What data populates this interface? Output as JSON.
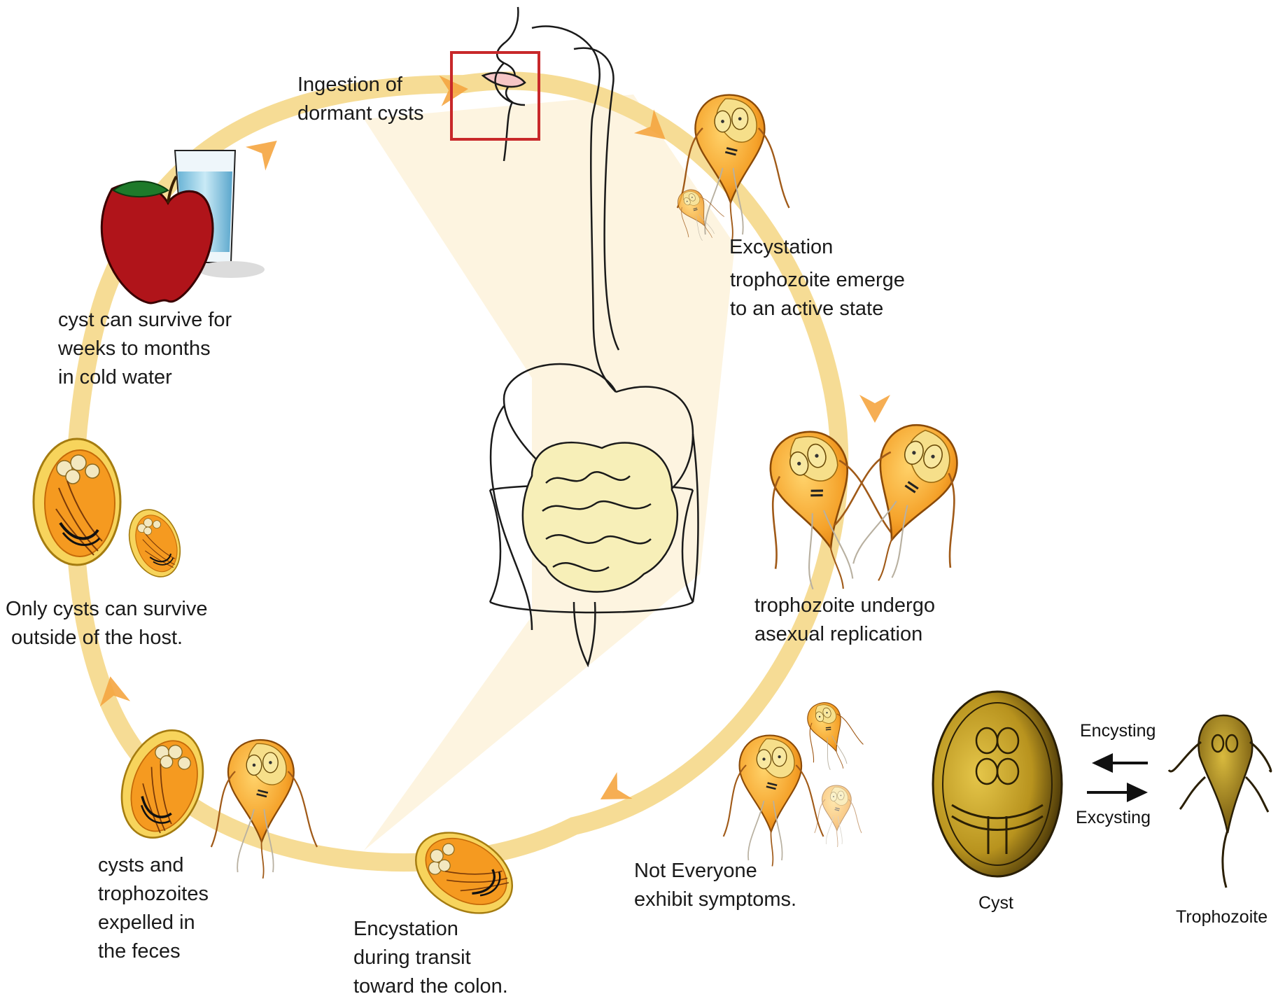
{
  "labels": {
    "ingestion": [
      "Ingestion of",
      "dormant cysts"
    ],
    "excystation_title": "Excystation",
    "excystation_desc": [
      "trophozoite emerge",
      "to an active state"
    ],
    "replication": [
      "trophozoite undergo",
      "asexual replication"
    ],
    "symptoms": [
      "Not Everyone",
      "exhibit symptoms."
    ],
    "encystation": [
      "Encystation",
      "during transit",
      "toward the colon."
    ],
    "expelled": [
      "cysts and",
      "trophozoites",
      "expelled in",
      "the feces"
    ],
    "survive_outside": [
      "Only cysts can survive",
      "outside of the host."
    ],
    "cold_water": [
      "cyst can survive for",
      "weeks to months",
      "in cold water"
    ]
  },
  "legend": {
    "encysting": "Encysting",
    "excysting": "Excysting",
    "cyst": "Cyst",
    "trophozoite": "Trophozoite"
  },
  "colors": {
    "cycle_ring": "#f6dc95",
    "cycle_wedge": "#fcf0d6",
    "arrow": "#f5a540",
    "highlight_box": "#c8282a",
    "trophozoite_fill": "#f5a22a",
    "cyst_fill": "#f7c93c",
    "legend_fill": "#b8931e",
    "intestine": "#f7efb8",
    "apple": "#b0141a",
    "water": "#a7d7ec"
  }
}
